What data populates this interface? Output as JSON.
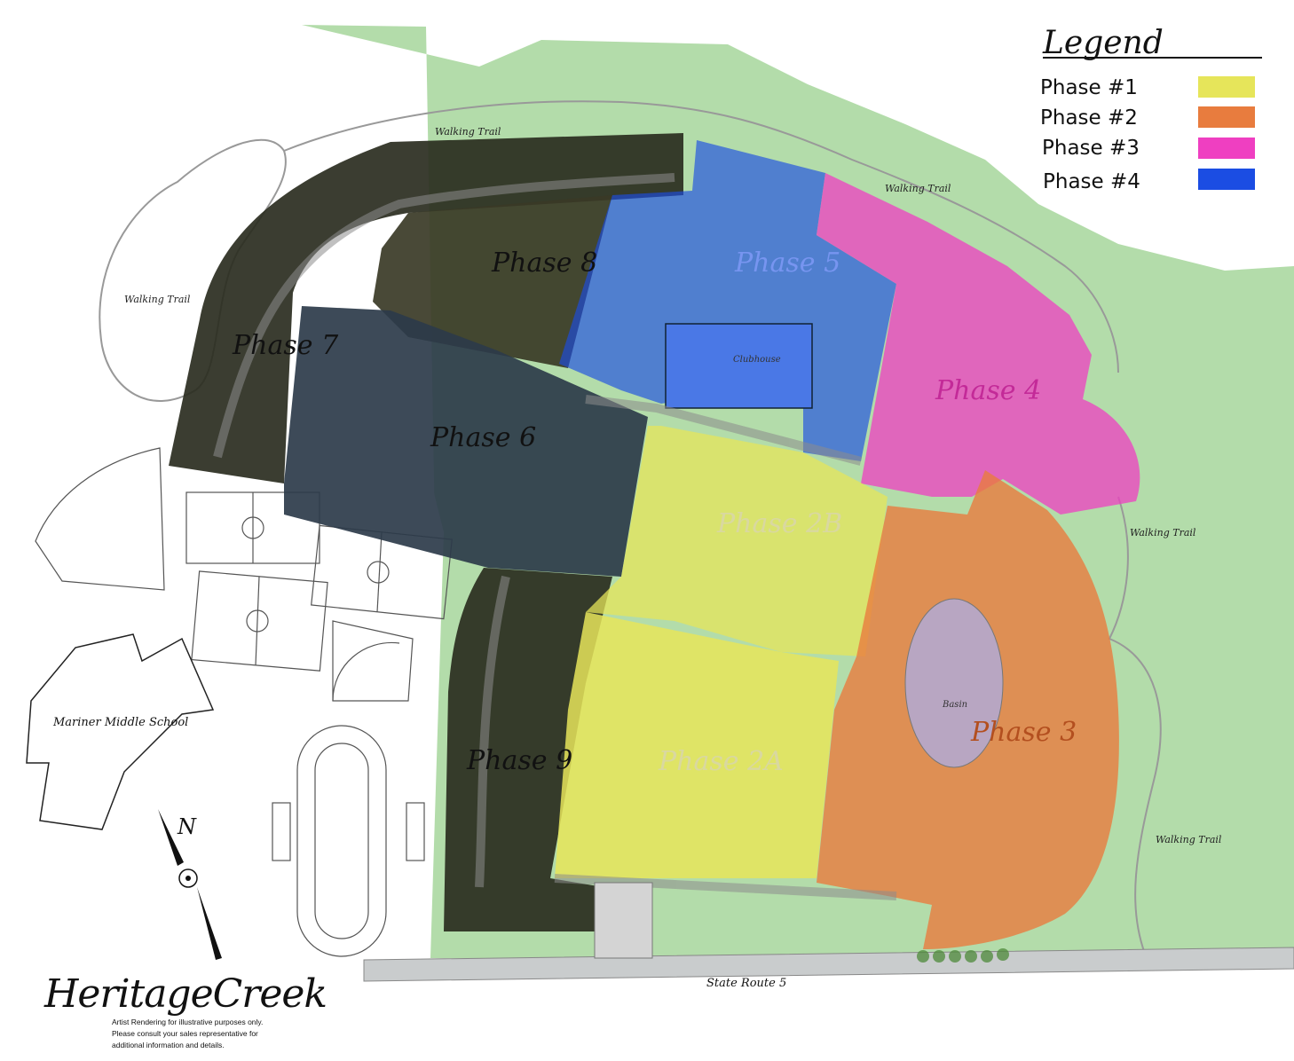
{
  "legend": {
    "title": "Legend",
    "items": [
      {
        "label": "Phase #1",
        "color": "#e6e55a"
      },
      {
        "label": "Phase #2",
        "color": "#e87c3e"
      },
      {
        "label": "Phase #3",
        "color": "#ef3fc1"
      },
      {
        "label": "Phase #4",
        "color": "#1b4de3"
      }
    ]
  },
  "phases": {
    "p2a": "Phase 2A",
    "p2b": "Phase 2B",
    "p3": "Phase 3",
    "p4": "Phase 4",
    "p5": "Phase 5",
    "p6": "Phase 6",
    "p7": "Phase 7",
    "p8": "Phase 8",
    "p9": "Phase 9"
  },
  "labels": {
    "walking_trail": "Walking Trail",
    "clubhouse": "Clubhouse",
    "basin": "Basin",
    "school": "Mariner Middle School",
    "route": "State Route 5",
    "north": "N"
  },
  "brand": {
    "name": "HeritageCreek",
    "disclaimer": [
      "Artist Rendering for illustrative purposes only.",
      "Please consult your sales representative for",
      "additional information and details."
    ]
  },
  "colors": {
    "green_space": "#b3dcaa",
    "dark_phase": "#2a2d1f",
    "phase6_blue": "#2c3b4a"
  }
}
